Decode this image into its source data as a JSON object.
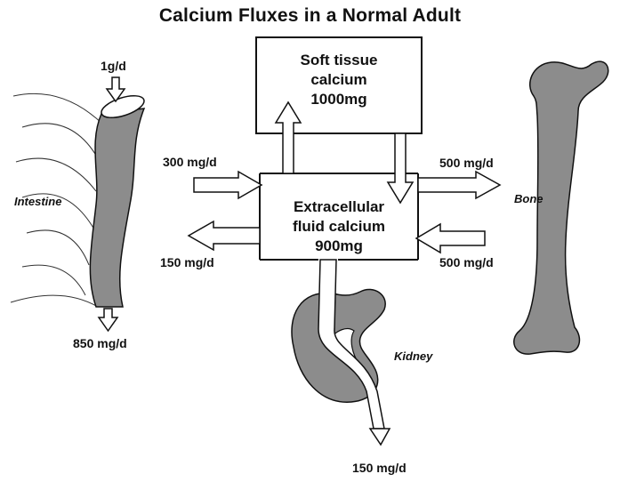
{
  "title": "Calcium Fluxes in a Normal Adult",
  "compartments": {
    "soft_tissue": {
      "line1": "Soft tissue",
      "line2": "calcium",
      "line3": "1000mg"
    },
    "extracellular": {
      "line1": "Extracellular",
      "line2": "fluid calcium",
      "line3": "900mg"
    }
  },
  "organs": {
    "intestine": "Intestine",
    "bone": "Bone",
    "kidney": "Kidney"
  },
  "fluxes": {
    "intake": "1g/d",
    "intestine_absorption": "300 mg/d",
    "intestine_secretion": "150 mg/d",
    "fecal_loss": "850 mg/d",
    "bone_deposition": "500 mg/d",
    "bone_resorption": "500 mg/d",
    "urinary_loss": "150 mg/d"
  },
  "colors": {
    "organ_fill": "#8c8c8c",
    "stroke": "#111111",
    "arrow_fill": "#ffffff"
  },
  "icons": [
    "intestine-shape",
    "bone-shape",
    "kidney-shape",
    "flow-arrow"
  ]
}
